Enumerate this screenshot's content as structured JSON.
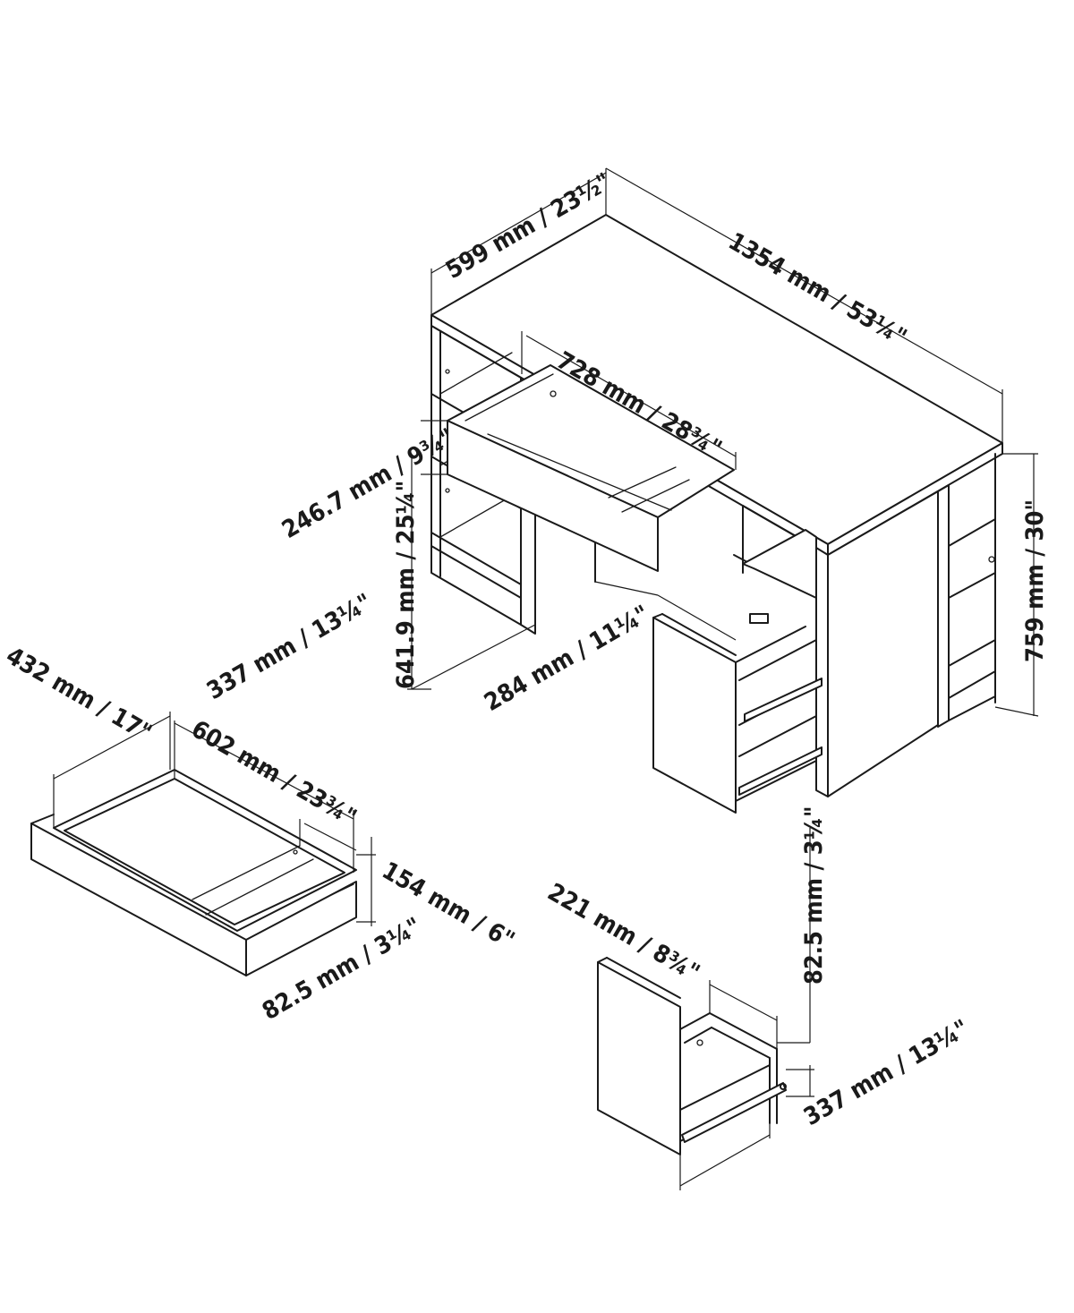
{
  "dimensions": {
    "depth": "599 mm / 23½\"",
    "width": "1354 mm / 53¼\"",
    "keyboard_width": "728 mm / 28¾\"",
    "keyboard_height": "246.7 mm / 9¾\"",
    "kneespace_height": "641.9 mm / 25¼\"",
    "height": "759 mm / 30\"",
    "file_door_width": "284 mm / 11¼\"",
    "drawer_depth": "432 mm / 17\"",
    "drawer_inner_depth": "337 mm / 13¼\"",
    "drawer_inner_width": "602 mm / 23¾\"",
    "drawer_outer_height": "154 mm / 6\"",
    "drawer_inner_height": "82.5 mm / 3¼\"",
    "file_drawer_width": "221 mm / 8¾\"",
    "file_drawer_inner_height": "82.5 mm / 3¼\"",
    "file_drawer_depth": "337 mm / 13¼\""
  }
}
